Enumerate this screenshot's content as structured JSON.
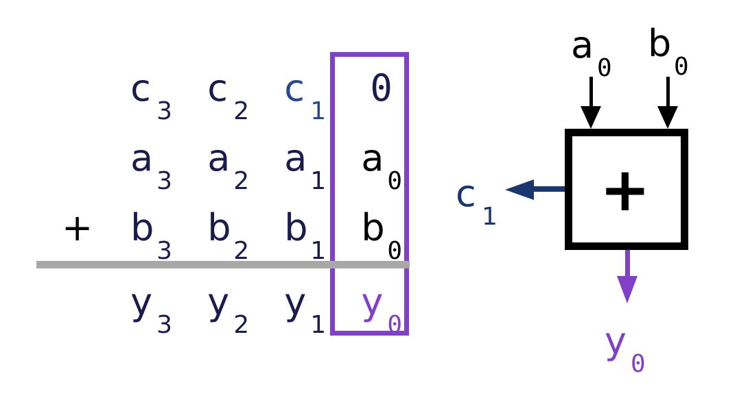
{
  "colors": {
    "navy": "#1b1b4d",
    "carry_blue": "#29498f",
    "circuit_blue": "#1a366f",
    "purple": "#8140c8",
    "black": "#000000",
    "gray": "#a8a8a8",
    "background": "#ffffff"
  },
  "sum_table": {
    "rows": [
      {
        "label": "carry",
        "cells": [
          {
            "base": "",
            "sub": ""
          },
          {
            "base": "c",
            "sub": "3"
          },
          {
            "base": "c",
            "sub": "2"
          },
          {
            "base": "c",
            "sub": "1"
          },
          {
            "base": "0",
            "sub": ""
          }
        ]
      },
      {
        "label": "operand_a",
        "cells": [
          {
            "base": "",
            "sub": ""
          },
          {
            "base": "a",
            "sub": "3"
          },
          {
            "base": "a",
            "sub": "2"
          },
          {
            "base": "a",
            "sub": "1"
          },
          {
            "base": "a",
            "sub": "0"
          }
        ]
      },
      {
        "label": "operand_b",
        "cells": [
          {
            "base": "+",
            "sub": ""
          },
          {
            "base": "b",
            "sub": "3"
          },
          {
            "base": "b",
            "sub": "2"
          },
          {
            "base": "b",
            "sub": "1"
          },
          {
            "base": "b",
            "sub": "0"
          }
        ]
      },
      {
        "label": "sum",
        "cells": [
          {
            "base": "",
            "sub": ""
          },
          {
            "base": "y",
            "sub": "3"
          },
          {
            "base": "y",
            "sub": "2"
          },
          {
            "base": "y",
            "sub": "1"
          },
          {
            "base": "y",
            "sub": "0"
          }
        ]
      }
    ]
  },
  "circuit": {
    "input_a": {
      "base": "a",
      "sub": "0"
    },
    "input_b": {
      "base": "b",
      "sub": "0"
    },
    "box_operator": "+",
    "carry_out": {
      "base": "c",
      "sub": "1"
    },
    "sum_out": {
      "base": "y",
      "sub": "0"
    }
  }
}
